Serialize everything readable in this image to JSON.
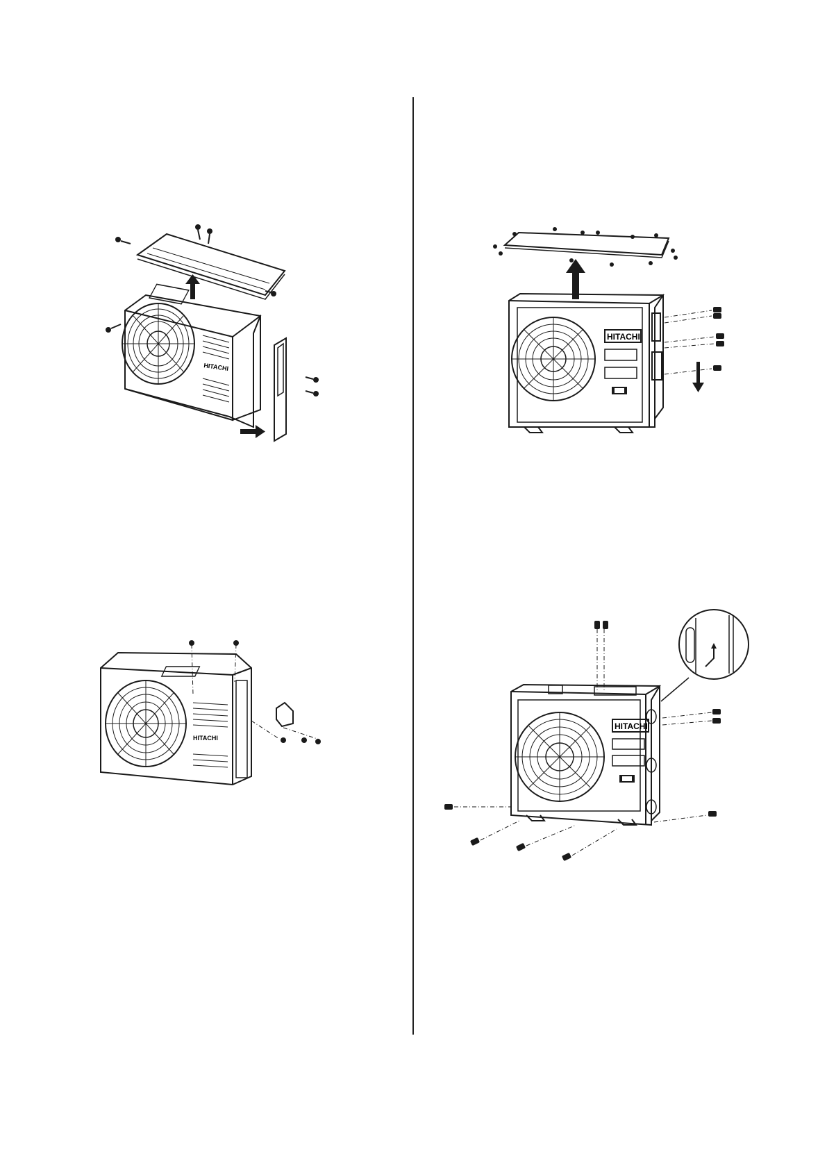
{
  "figures": [
    {
      "id": "fig-top-left",
      "brand": "HITACHI",
      "arrows": [
        "up",
        "right"
      ],
      "screws": 7
    },
    {
      "id": "fig-top-right",
      "brand": "HITACHI",
      "arrows": [
        "up",
        "down"
      ],
      "screws": 16
    },
    {
      "id": "fig-bottom-left",
      "brand": "HITACHI",
      "arrows": [],
      "screws": 5
    },
    {
      "id": "fig-bottom-right",
      "brand": "HITACHI",
      "arrows": [
        "detail-up"
      ],
      "screws": 9
    }
  ]
}
